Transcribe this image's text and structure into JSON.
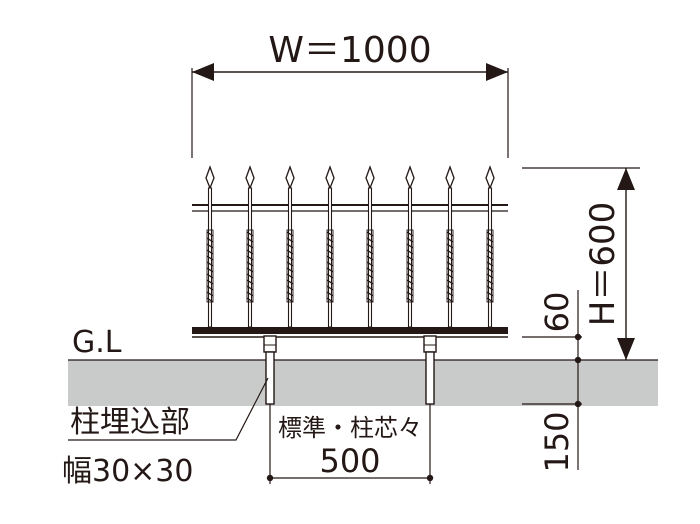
{
  "labels": {
    "width": "W＝1000",
    "height": "H＝600",
    "ground_line": "G.L",
    "embed_title": "柱埋込部",
    "embed_size": "幅30×30",
    "pitch_caption": "標準・柱芯々",
    "pitch_value": "500",
    "clearance": "60",
    "embed_depth": "150"
  },
  "fence": {
    "picket_count": 8
  },
  "colors": {
    "line": "#231815",
    "ground": "#c9caca",
    "fence_bar": "#231815",
    "post_fill": "#ffffff"
  }
}
